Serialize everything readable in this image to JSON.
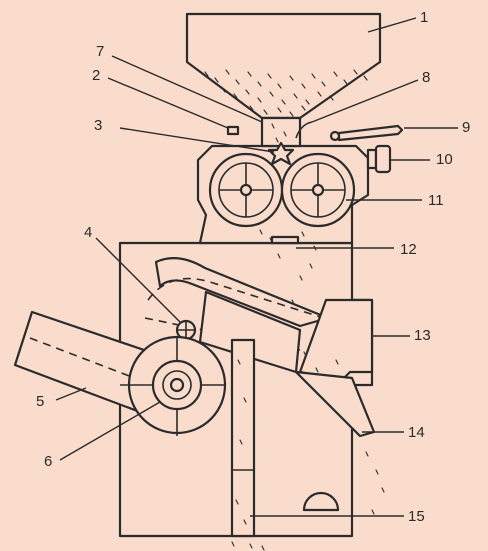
{
  "labels": [
    "1",
    "2",
    "3",
    "4",
    "5",
    "6",
    "7",
    "8",
    "9",
    "10",
    "11",
    "12",
    "13",
    "14",
    "15"
  ],
  "colors": {
    "background": "#f9dccb",
    "line": "#2b2b2b"
  }
}
